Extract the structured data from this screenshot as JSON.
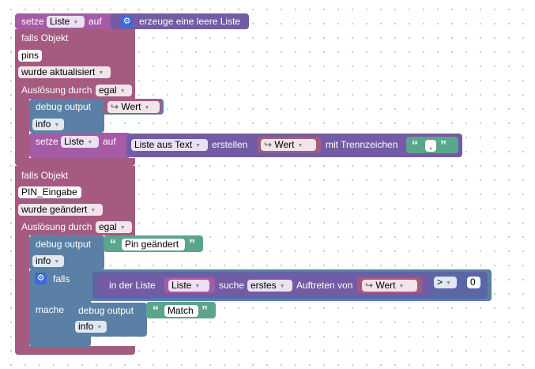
{
  "block1": {
    "set_label": "setze",
    "var_name": "Liste",
    "to_label": "auf",
    "create_empty": "erzeuge eine leere Liste"
  },
  "trigger1": {
    "if_object": "falls Objekt",
    "object_id": "pins",
    "event": "wurde aktualisiert",
    "trigger_by_label": "Auslösung durch",
    "trigger_by_value": "egal",
    "debug_label": "debug output",
    "debug_value": "Wert",
    "log_level": "info",
    "set_label": "setze",
    "set_var": "Liste",
    "to_label": "auf",
    "list_from_text": "Liste aus Text",
    "create_label": "erstellen",
    "value_label": "Wert",
    "with_separator": "mit Trennzeichen",
    "separator": ","
  },
  "trigger2": {
    "if_object": "falls Objekt",
    "object_id": "PIN_Eingabe",
    "event": "wurde geändert",
    "trigger_by_label": "Auslösung durch",
    "trigger_by_value": "egal",
    "debug_label": "debug output",
    "debug_text": "Pin geändert",
    "log_level": "info",
    "if_label": "falls",
    "in_list_label": "in der Liste",
    "list_var": "Liste",
    "find_label": "suche",
    "find_mode": "erstes",
    "occurrence_label": "Auftreten von",
    "value_label": "Wert",
    "operator": ">",
    "compare_value": "0",
    "do_label": "mache",
    "inner_debug_label": "debug output",
    "inner_debug_text": "Match",
    "inner_log_level": "info"
  },
  "icons": {
    "gear": "gear-icon",
    "value_arrow": "value-arrow-icon",
    "dropdown": "dropdown-arrow-icon"
  },
  "colors": {
    "trigger": "#a55b80",
    "debug": "#5b80a5",
    "variable": "#a55ba5",
    "list": "#745ba5",
    "text": "#5ba58c",
    "math": "#5b67a5"
  }
}
